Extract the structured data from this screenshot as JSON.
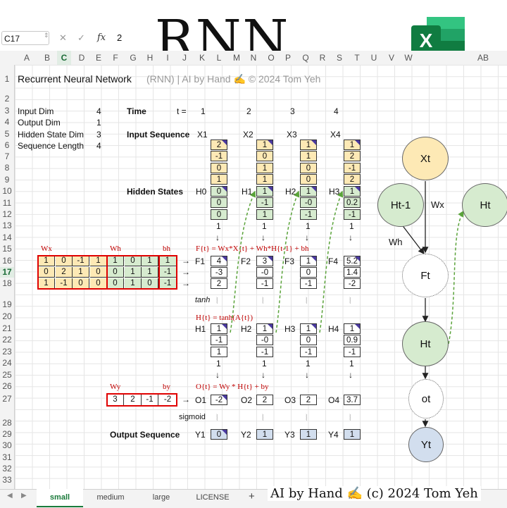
{
  "formula_bar": {
    "cell_ref": "C17",
    "value": "2",
    "cancel": "✕",
    "confirm": "✓",
    "fx": "fx"
  },
  "big_title": "RNN",
  "excel_logo": "X",
  "columns": [
    "A",
    "B",
    "C",
    "D",
    "E",
    "F",
    "G",
    "H",
    "I",
    "J",
    "K",
    "L",
    "M",
    "N",
    "O",
    "P",
    "Q",
    "R",
    "S",
    "T",
    "U",
    "V",
    "W",
    "AB"
  ],
  "selected_column": "C",
  "rows": [
    "1",
    "2",
    "3",
    "4",
    "5",
    "6",
    "7",
    "8",
    "9",
    "10",
    "11",
    "12",
    "13",
    "14",
    "15",
    "16",
    "17",
    "18",
    "19",
    "20",
    "21",
    "22",
    "23",
    "24",
    "25",
    "26",
    "27",
    "28",
    "29",
    "30",
    "31",
    "32",
    "33"
  ],
  "selected_row": "17",
  "sheet": {
    "title": "Recurrent Neural Network",
    "title_suffix": "(RNN) | AI by Hand ✍ © 2024 Tom Yeh",
    "params": [
      {
        "label": "Input Dim",
        "value": "4"
      },
      {
        "label": "Output Dim",
        "value": "1"
      },
      {
        "label": "Hidden State Dim",
        "value": "3"
      },
      {
        "label": "Sequence Length",
        "value": "4"
      }
    ],
    "time_label": "Time",
    "t_eq": "t =",
    "times": [
      "1",
      "2",
      "3",
      "4"
    ],
    "input_seq_label": "Input Sequence",
    "x_labels": [
      "X1",
      "X2",
      "X3",
      "X4"
    ],
    "inputs": [
      [
        "2",
        "-1",
        "0",
        "1"
      ],
      [
        "1",
        "0",
        "1",
        "1"
      ],
      [
        "1",
        "1",
        "0",
        "0"
      ],
      [
        "1",
        "2",
        "-1",
        "2"
      ]
    ],
    "hidden_label": "Hidden States",
    "h_labels": [
      "H0",
      "H1",
      "H2",
      "H3"
    ],
    "hidden": [
      [
        "0",
        "0",
        "0"
      ],
      [
        "1",
        "-1",
        "1"
      ],
      [
        "1",
        "-0",
        "-1"
      ],
      [
        "1",
        "0.2",
        "-1"
      ]
    ],
    "ones": [
      "1",
      "1",
      "1",
      "1"
    ],
    "down_arrow": "↓",
    "wave": "⦚",
    "wx_label": "Wx",
    "wh_label": "Wh",
    "bh_label": "bh",
    "wx": [
      [
        "1",
        "0",
        "-1",
        "1"
      ],
      [
        "0",
        "2",
        "1",
        "0"
      ],
      [
        "1",
        "-1",
        "0",
        "0"
      ]
    ],
    "wh": [
      [
        "1",
        "0",
        "1"
      ],
      [
        "0",
        "1",
        "1"
      ],
      [
        "0",
        "1",
        "0"
      ]
    ],
    "bh": [
      "1",
      "-1",
      "-1"
    ],
    "right_arrow": "→",
    "f_formula": "F{t} = Wx*X{t} + Wh*H{t-1} + bh",
    "f_labels": [
      "F1",
      "F2",
      "F3",
      "F4"
    ],
    "f_values": [
      [
        "4",
        "-3",
        "2"
      ],
      [
        "3",
        "-0",
        "-1"
      ],
      [
        "1",
        "0",
        "-1"
      ],
      [
        "5.2",
        "1.4",
        "-2"
      ]
    ],
    "tanh_label": "tanh",
    "h_formula": "H{t} = tanh(A{t})",
    "h2_labels": [
      "H1",
      "H2",
      "H3",
      "H4"
    ],
    "h2_values": [
      [
        "1",
        "-1",
        "1"
      ],
      [
        "1",
        "-0",
        "-1"
      ],
      [
        "1",
        "0",
        "-1"
      ],
      [
        "1",
        "0.9",
        "-1"
      ]
    ],
    "wy_label": "Wy",
    "by_label": "by",
    "wy": [
      "3",
      "2",
      "-1"
    ],
    "by": "-2",
    "o_formula": "O{t} = Wy * H{t} + by",
    "o_labels": [
      "O1",
      "O2",
      "O3",
      "O4"
    ],
    "o_values": [
      "-2",
      "2",
      "2",
      "3.7"
    ],
    "sigmoid_label": "sigmoid",
    "output_seq_label": "Output Sequence",
    "y_labels": [
      "Y1",
      "Y2",
      "Y3",
      "Y4"
    ],
    "y_values": [
      "0",
      "1",
      "1",
      "1"
    ]
  },
  "diagram": {
    "xt": "Xt",
    "ht_prev": "Ht-1",
    "ht_next": "Ht",
    "ft": "Ft",
    "ht": "Ht",
    "ot": "ot",
    "yt": "Yt",
    "wx": "Wx",
    "wh": "Wh"
  },
  "tabs": [
    "small",
    "medium",
    "large",
    "LICENSE"
  ],
  "active_tab": "small",
  "add_tab": "+",
  "footer": "AI by Hand ✍ (c) 2024 Tom Yeh",
  "colors": {
    "yellow": "#fde9b5",
    "green": "#d6ebcf",
    "blue": "#d2deee",
    "red": "#e00000",
    "excel": "#1a7a3a"
  }
}
